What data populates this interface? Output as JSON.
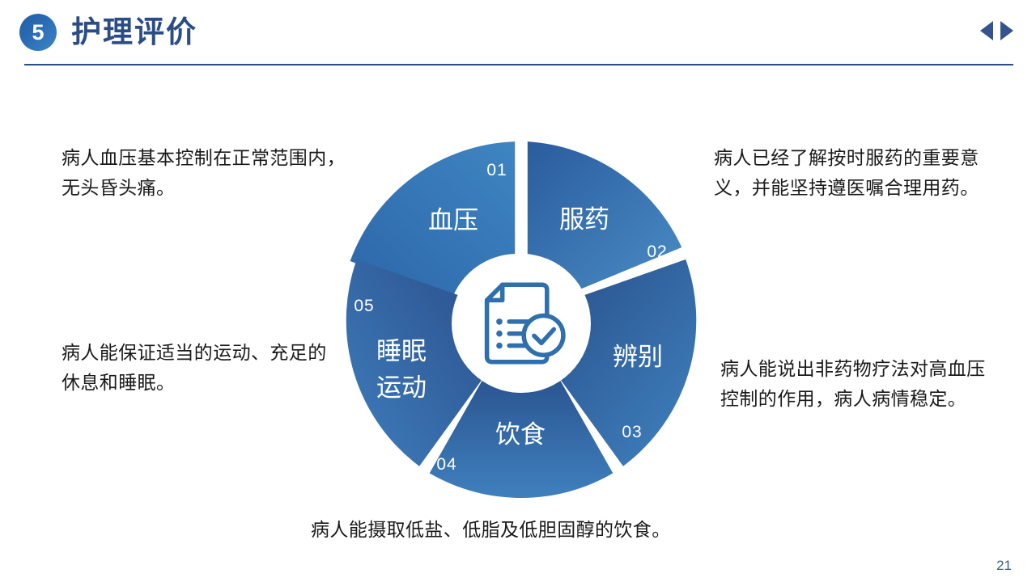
{
  "header": {
    "badge_number": "5",
    "title": "护理评价",
    "nav_prev_icon": "triangle-left-icon",
    "nav_next_icon": "triangle-right-icon",
    "rule_color": "#2a4d86",
    "badge_color": "#2a6cb4",
    "title_color": "#2a4d86"
  },
  "diagram": {
    "center_icon": "document-checklist-check-icon",
    "center_icon_color": "#2f6fad",
    "segments": [
      {
        "number": "01",
        "label": "血压",
        "color": "#2e6aad",
        "color_to": "#3d82c0"
      },
      {
        "number": "02",
        "label": "服药",
        "color": "#2a5e9f",
        "color_to": "#4a8cc4"
      },
      {
        "number": "03",
        "label": "辨别",
        "color": "#2a548f",
        "color_to": "#3f7fbc"
      },
      {
        "number": "04",
        "label": "饮食",
        "color": "#2a5490",
        "color_to": "#3f80bd"
      },
      {
        "number": "05",
        "label_line1": "睡眠",
        "label_line2": "运动",
        "label": "睡眠运动",
        "color": "#2c4f8d",
        "color_to": "#3e7ebc"
      }
    ]
  },
  "notes": {
    "n01": "病人血压基本控制在正常范围内，无头昏头痛。",
    "n02": "病人已经了解按时服药的重要意义，并能坚持遵医嘱合理用药。",
    "n03": "病人能说出非药物疗法对高血压控制的作用，病人病情稳定。",
    "n04": "病人能摄取低盐、低脂及低胆固醇的饮食。",
    "n05": "病人能保证适当的运动、充足的休息和睡眠。"
  },
  "footer": {
    "page_number": "21",
    "page_number_color": "#3c5f97"
  }
}
